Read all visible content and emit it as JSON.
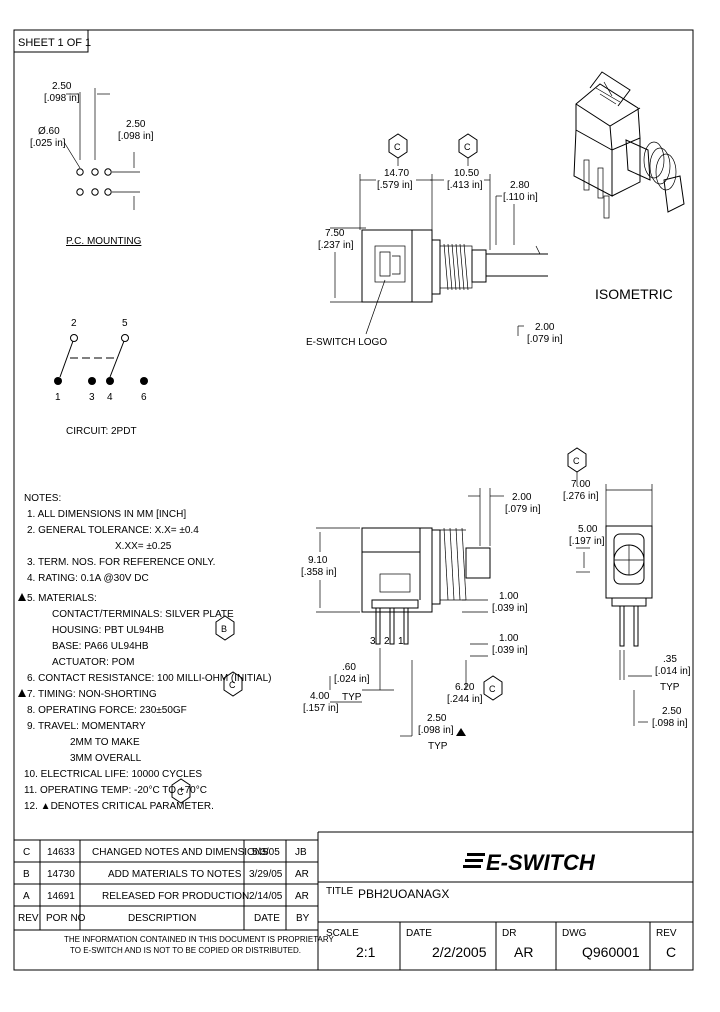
{
  "sheet_label": "SHEET 1 OF 1",
  "pc_mounting": {
    "dim_top": [
      "2.50",
      "[.098 in]"
    ],
    "dim_right": [
      "2.50",
      "[.098 in]"
    ],
    "dim_hole": [
      "Ø.60",
      "[.025 in]"
    ],
    "caption": "P.C. MOUNTING"
  },
  "circuit": {
    "top_labels": [
      "2",
      "5"
    ],
    "bottom_labels": [
      "1",
      "3",
      "4",
      "6"
    ],
    "caption": "CIRCUIT: 2PDT"
  },
  "side_view": {
    "dim_a": [
      "14.70",
      "[.579 in]"
    ],
    "dim_b": [
      "10.50",
      "[.413 in]"
    ],
    "dim_c": [
      "2.80",
      "[.110 in]"
    ],
    "dim_h": [
      "7.50",
      "[.237 in]"
    ],
    "dim_d": [
      "2.00",
      "[.079 in]"
    ],
    "logo_label": "E-SWITCH LOGO",
    "marker": "C"
  },
  "isometric_label": "ISOMETRIC",
  "front_view": {
    "dim_a": [
      "2.00",
      "[.079 in]"
    ],
    "dim_h": [
      "9.10",
      "[.358 in]"
    ],
    "dim_b": [
      "1.00",
      "[.039 in]"
    ],
    "dim_c": [
      "1.00",
      "[.039 in]"
    ],
    "dim_d": [
      ".60",
      "[.024 in]",
      "TYP"
    ],
    "dim_e": [
      "4.00",
      "[.157 in]"
    ],
    "dim_f": [
      "6.20",
      "[.244 in]"
    ],
    "dim_g": [
      "2.50",
      "[.098 in]",
      "TYP"
    ],
    "pin_labels": [
      "3",
      "2",
      "1"
    ],
    "marker": "C"
  },
  "end_view": {
    "dim_a": [
      "7.00",
      "[.276 in]"
    ],
    "dim_b": [
      "5.00",
      "[.197 in]"
    ],
    "dim_c": [
      ".35",
      "[.014 in]",
      "TYP"
    ],
    "dim_d": [
      "2.50",
      "[.098 in]"
    ],
    "marker": "C"
  },
  "notes": {
    "heading": "NOTES:",
    "lines": [
      "1. ALL DIMENSIONS IN MM [INCH]",
      "2. GENERAL TOLERANCE:  X.X= ±0.4",
      "X.XX= ±0.25",
      "3. TERM. NOS. FOR REFERENCE ONLY.",
      "4. RATING: 0.1A @30V DC",
      "5. MATERIALS:",
      "CONTACT/TERMINALS: SILVER PLATE",
      "HOUSING: PBT UL94HB",
      "BASE: PA66 UL94HB",
      "ACTUATOR: POM",
      "6. CONTACT RESISTANCE: 100 MILLI-OHM (INITIAL)",
      "7. TIMING: NON-SHORTING",
      "8. OPERATING FORCE: 230±50GF",
      "9. TRAVEL: MOMENTARY",
      "2MM TO MAKE",
      "3MM OVERALL",
      "10. ELECTRICAL LIFE: 10000 CYCLES",
      "11. OPERATING TEMP: -20°C TO +70°C",
      "12. ▲DENOTES CRITICAL PARAMETER."
    ],
    "markers": [
      "B",
      "C",
      "C"
    ]
  },
  "revisions": {
    "rows": [
      {
        "rev": "C",
        "por": "14633",
        "desc": "CHANGED NOTES AND DIMENSIONS",
        "date": "5/3/05",
        "by": "JB"
      },
      {
        "rev": "B",
        "por": "14730",
        "desc": "ADD MATERIALS TO NOTES",
        "date": "3/29/05",
        "by": "AR"
      },
      {
        "rev": "A",
        "por": "14691",
        "desc": "RELEASED FOR PRODUCTION",
        "date": "2/14/05",
        "by": "AR"
      }
    ],
    "header": {
      "rev": "REV",
      "por": "POR NO",
      "desc": "DESCRIPTION",
      "date": "DATE",
      "by": "BY"
    },
    "proprietary": [
      "THE INFORMATION CONTAINED IN THIS DOCUMENT IS PROPRIETARY",
      "TO E-SWITCH AND IS NOT TO BE COPIED OR DISTRIBUTED."
    ]
  },
  "title_block": {
    "logo": "E-SWITCH",
    "title_label": "TITLE",
    "title_value": "PBH2UOANAGX",
    "scale_label": "SCALE",
    "scale_value": "2:1",
    "date_label": "DATE",
    "date_value": "2/2/2005",
    "dr_label": "DR",
    "dr_value": "AR",
    "dwg_label": "DWG",
    "dwg_value": "Q960001",
    "rev_label": "REV",
    "rev_value": "C"
  }
}
